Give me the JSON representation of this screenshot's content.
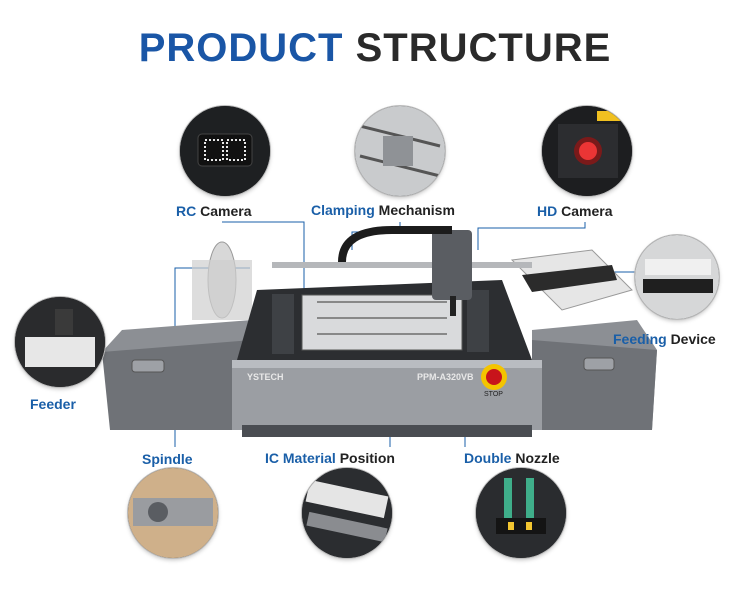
{
  "title": {
    "word1": "PRODUCT",
    "word2": "STRUCTURE"
  },
  "labels": {
    "rc_camera": {
      "a": "RC",
      "b": "Camera"
    },
    "clamping": {
      "a": "Clamping",
      "b": "Mechanism"
    },
    "hd_camera": {
      "a": "HD",
      "b": "Camera"
    },
    "feeding": {
      "a": "Feeding",
      "b": "Device"
    },
    "feeder": {
      "a": "Feeder",
      "b": ""
    },
    "spindle": {
      "a": "Spindle",
      "b": ""
    },
    "ic_material": {
      "a": "IC Material",
      "b": "Position"
    },
    "double_nozzle": {
      "a": "Double",
      "b": "Nozzle"
    }
  },
  "machine": {
    "brand": "YSTECH",
    "model": "PPM-A320VB",
    "estop": "STOP"
  },
  "colors": {
    "accent": "#1a56a6",
    "dark": "#2a2a2a",
    "line": "#1a5fa8"
  }
}
